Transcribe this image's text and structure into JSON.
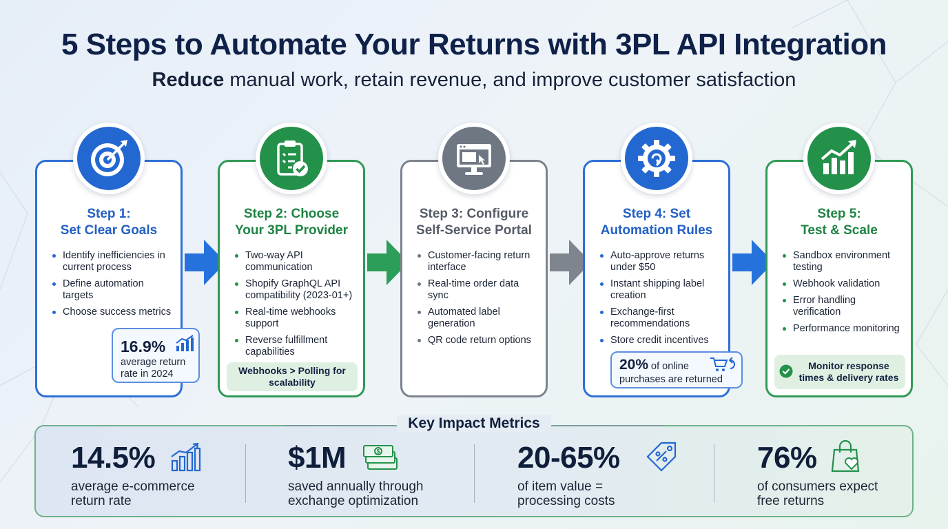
{
  "header": {
    "title": "5 Steps to Automate Your Returns with 3PL API Integration",
    "subtitle_bold": "Reduce",
    "subtitle_rest": " manual work, retain revenue, and improve customer satisfaction"
  },
  "steps": [
    {
      "title": "Step 1:\nSet Clear Goals",
      "icon": "target-icon",
      "color": "#2367d1",
      "bullets": [
        "Identify inefficiencies in current process",
        "Define automation targets",
        "Choose success metrics"
      ],
      "stat": {
        "value": "16.9%",
        "label": "average return rate in 2024"
      }
    },
    {
      "title": "Step 2: Choose\nYour 3PL Provider",
      "icon": "clipboard-check-icon",
      "color": "#23914a",
      "bullets": [
        "Two-way API communication",
        "Shopify GraphQL API compatibility (2023-01+)",
        "Real-time webhooks support",
        "Reverse fulfillment capabilities"
      ],
      "note": "Webhooks > Polling for scalability"
    },
    {
      "title": "Step 3: Configure\nSelf-Service Portal",
      "icon": "monitor-icon",
      "color": "#6f7782",
      "bullets": [
        "Customer-facing return interface",
        "Real-time order data sync",
        "Automated label generation",
        "QR code return options"
      ]
    },
    {
      "title": "Step 4: Set\nAutomation Rules",
      "icon": "gear-icon",
      "color": "#2367d1",
      "bullets": [
        "Auto-approve returns under $50",
        "Instant shipping label creation",
        "Exchange-first recommendations",
        "Store credit incentives"
      ],
      "stat": {
        "value": "20%",
        "label_inline": " of online",
        "label": "purchases are returned"
      }
    },
    {
      "title": "Step 5:\nTest & Scale",
      "icon": "trend-chart-icon",
      "color": "#23914a",
      "bullets": [
        "Sandbox environment testing",
        "Webhook validation",
        "Error handling verification",
        "Performance monitoring"
      ],
      "note": "Monitor response times & delivery rates"
    }
  ],
  "metrics": {
    "heading": "Key Impact Metrics",
    "items": [
      {
        "value": "14.5%",
        "label": "average e-commerce\nreturn rate",
        "icon": "bar-chart-icon"
      },
      {
        "value": "$1M",
        "label": "saved annually through\nexchange optimization",
        "icon": "money-stack-icon"
      },
      {
        "value": "20-65%",
        "label": "of item value =\nprocessing costs",
        "icon": "price-tag-icon"
      },
      {
        "value": "76%",
        "label": "of consumers expect\nfree returns",
        "icon": "shopping-bag-icon"
      }
    ]
  }
}
